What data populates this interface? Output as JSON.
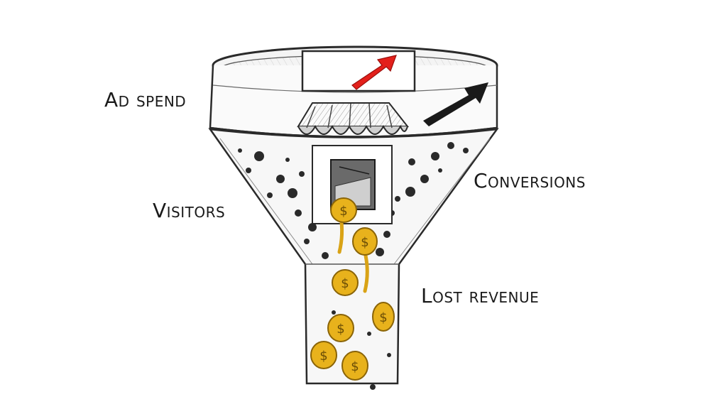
{
  "labels": {
    "ad_spend": "Ad spend",
    "visitors": "Visitors",
    "conversions": "Conversions",
    "lost_revenue": "Lost revenue"
  },
  "icons": {
    "coin": "dollar-coin-icon",
    "storefront": "storefront-icon",
    "arrow_up": "trend-up-arrow-icon"
  },
  "colors": {
    "ink": "#1a1a1a",
    "coin_gold": "#e8b21c",
    "coin_dark": "#b7860b",
    "arrow_red": "#e3201b"
  }
}
